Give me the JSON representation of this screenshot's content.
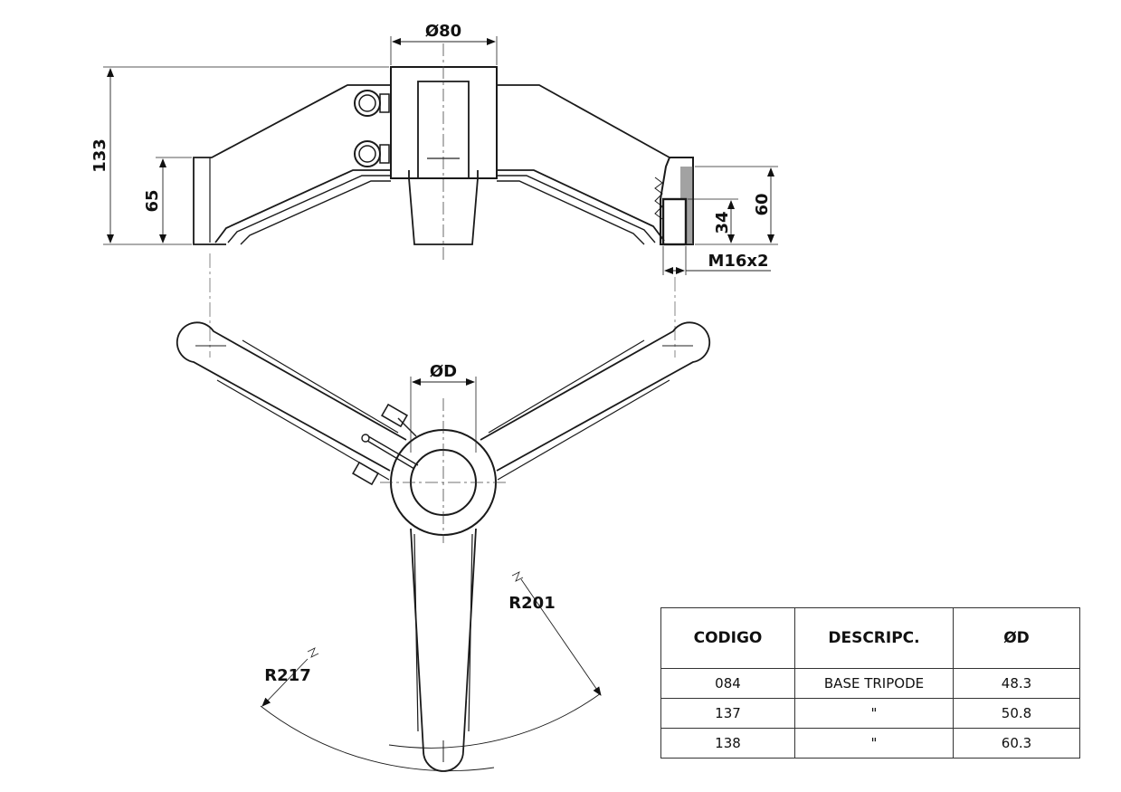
{
  "dimensions": {
    "d80": "Ø80",
    "d133": "133",
    "d65": "65",
    "d60": "60",
    "d34": "34",
    "thread": "M16x2",
    "dD": "ØD",
    "r201": "R201",
    "r217": "R217"
  },
  "table": {
    "headers": [
      "CODIGO",
      "DESCRIPC.",
      "ØD"
    ],
    "rows": [
      [
        "084",
        "BASE TRIPODE",
        "48.3"
      ],
      [
        "137",
        "\"",
        "50.8"
      ],
      [
        "138",
        "\"",
        "60.3"
      ]
    ]
  }
}
